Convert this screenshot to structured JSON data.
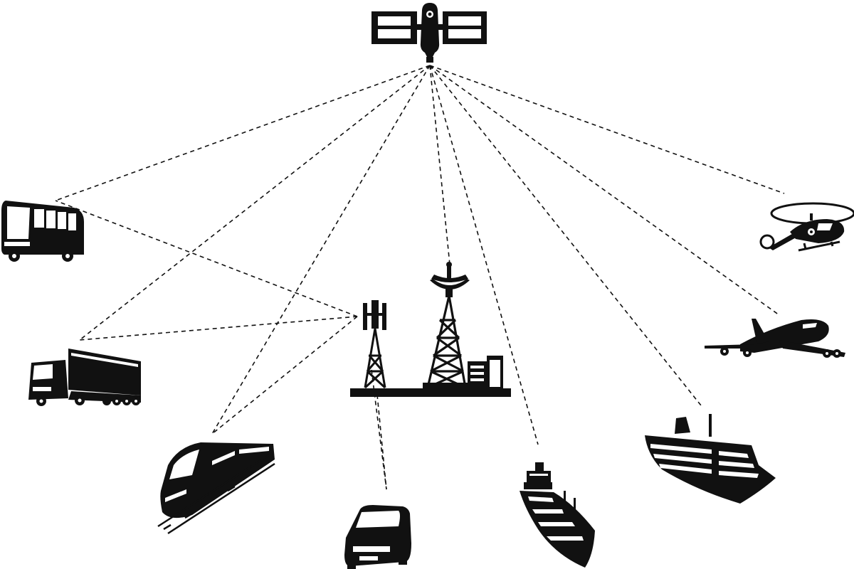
{
  "diagram": {
    "hub": {
      "name": "satellite",
      "icon": "satellite-icon"
    },
    "ground_segment": {
      "name": "ground-station",
      "icon": "ground-station-icon",
      "parts": [
        "cell-tower-icon",
        "satellite-dish-tower-icon",
        "control-building-icon"
      ]
    },
    "nodes": [
      {
        "name": "bus",
        "icon": "bus-icon"
      },
      {
        "name": "truck",
        "icon": "truck-icon"
      },
      {
        "name": "train",
        "icon": "train-icon"
      },
      {
        "name": "car",
        "icon": "car-icon"
      },
      {
        "name": "tanker-ship",
        "icon": "tanker-ship-icon"
      },
      {
        "name": "cruise-ship",
        "icon": "cruise-ship-icon"
      },
      {
        "name": "airplane",
        "icon": "airplane-icon"
      },
      {
        "name": "helicopter",
        "icon": "helicopter-icon"
      }
    ],
    "satellite_links": [
      "bus",
      "truck",
      "train",
      "satellite-dish",
      "tanker-ship",
      "cruise-ship",
      "airplane",
      "helicopter"
    ],
    "cell_tower_links": [
      "bus",
      "truck",
      "train",
      "car"
    ],
    "link_style": "dashed",
    "colors": {
      "ink": "#111111",
      "background": "#ffffff"
    }
  }
}
